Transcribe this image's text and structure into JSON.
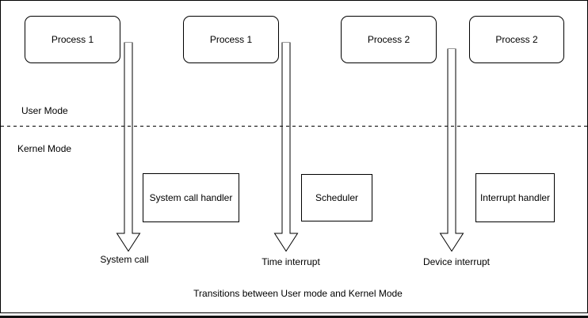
{
  "diagram": {
    "caption": "Transitions between User mode and Kernel Mode",
    "modes": {
      "user_label": "User Mode",
      "kernel_label": "Kernel Mode"
    },
    "process_boxes": [
      {
        "label": "Process 1"
      },
      {
        "label": "Process 1"
      },
      {
        "label": "Process 2"
      },
      {
        "label": "Process 2"
      }
    ],
    "kernel_boxes": [
      {
        "label": "System call handler"
      },
      {
        "label": "Scheduler"
      },
      {
        "label": "Interrupt handler"
      }
    ],
    "transitions": [
      {
        "label": "System call"
      },
      {
        "label": "Time interrupt"
      },
      {
        "label": "Device interrupt"
      }
    ],
    "icons": {
      "arrow": "hollow-down-arrow"
    },
    "colors": {
      "stroke": "#000000",
      "background": "#ffffff",
      "arrow_cap": "#999999"
    }
  }
}
